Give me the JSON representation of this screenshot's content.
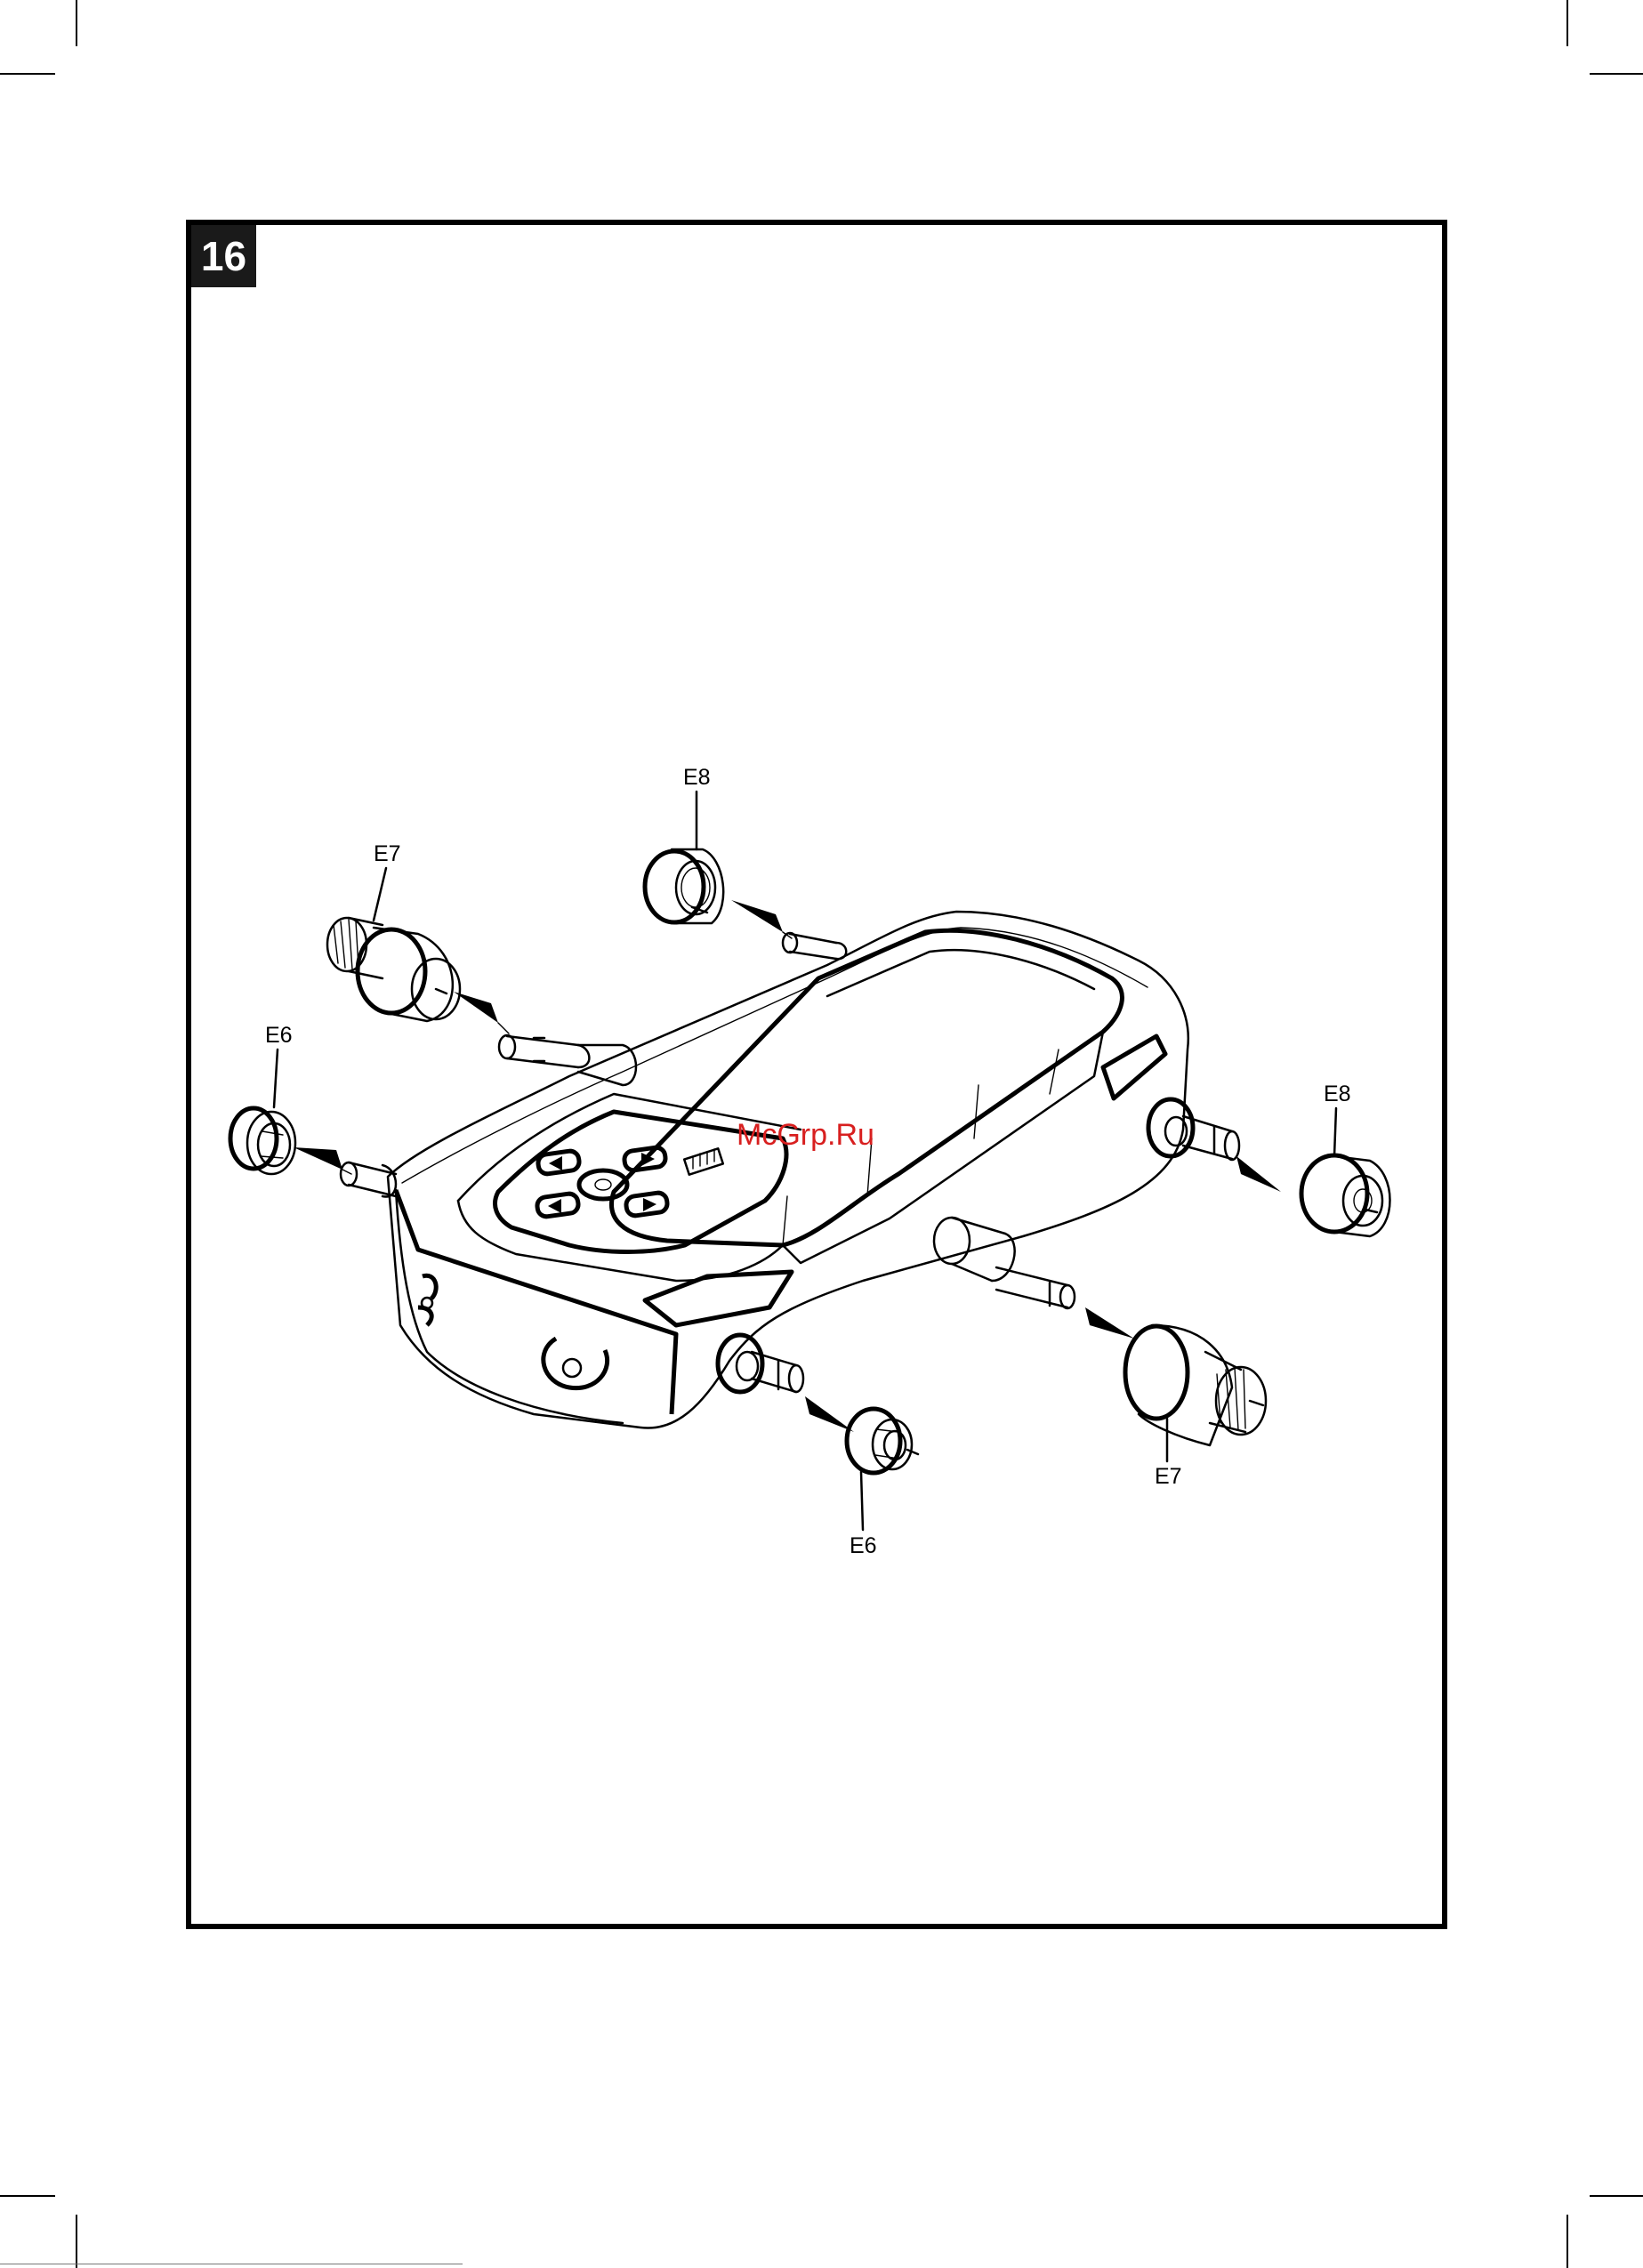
{
  "figure": {
    "step_number": "16",
    "labels": {
      "e8_top": "E8",
      "e7_left": "E7",
      "e6_left": "E6",
      "e8_right": "E8",
      "e7_bottom": "E7",
      "e6_bottom": "E6"
    },
    "watermark": "McGrp.Ru"
  },
  "colors": {
    "frame": "#000000",
    "badge_background": "#1a1a1a",
    "watermark": "#d81f1f"
  }
}
